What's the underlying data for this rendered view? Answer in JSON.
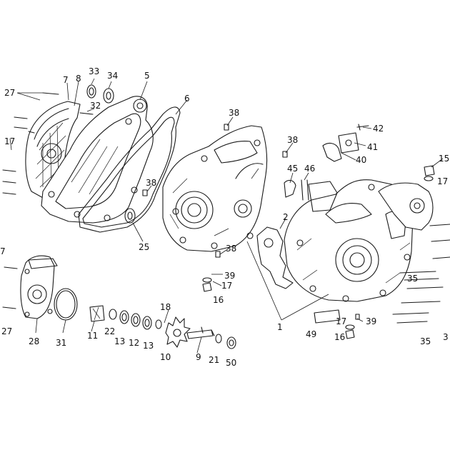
{
  "diagram": {
    "callouts": [
      {
        "id": "c27a",
        "text": "27"
      },
      {
        "id": "c7",
        "text": "7"
      },
      {
        "id": "c8",
        "text": "8"
      },
      {
        "id": "c33",
        "text": "33"
      },
      {
        "id": "c34",
        "text": "34"
      },
      {
        "id": "c5",
        "text": "5"
      },
      {
        "id": "c6",
        "text": "6"
      },
      {
        "id": "c32",
        "text": "32"
      },
      {
        "id": "c17a",
        "text": "17"
      },
      {
        "id": "c38a",
        "text": "38"
      },
      {
        "id": "c38b",
        "text": "38"
      },
      {
        "id": "c38c",
        "text": "38"
      },
      {
        "id": "c38d",
        "text": "38"
      },
      {
        "id": "c42",
        "text": "42"
      },
      {
        "id": "c41",
        "text": "41"
      },
      {
        "id": "c40",
        "text": "40"
      },
      {
        "id": "c45",
        "text": "45"
      },
      {
        "id": "c46",
        "text": "46"
      },
      {
        "id": "c15",
        "text": "15"
      },
      {
        "id": "c17b",
        "text": "17"
      },
      {
        "id": "c2",
        "text": "2"
      },
      {
        "id": "c25",
        "text": "25"
      },
      {
        "id": "c39a",
        "text": "39"
      },
      {
        "id": "c17c",
        "text": "17"
      },
      {
        "id": "c16a",
        "text": "16"
      },
      {
        "id": "c35a",
        "text": "35"
      },
      {
        "id": "c3",
        "text": "3"
      },
      {
        "id": "c35b",
        "text": "35"
      },
      {
        "id": "c1",
        "text": "1"
      },
      {
        "id": "c17d",
        "text": "17"
      },
      {
        "id": "c39b",
        "text": "39"
      },
      {
        "id": "c49",
        "text": "49"
      },
      {
        "id": "c16b",
        "text": "16"
      },
      {
        "id": "c7b",
        "text": "7"
      },
      {
        "id": "c27b",
        "text": "27"
      },
      {
        "id": "c28",
        "text": "28"
      },
      {
        "id": "c31",
        "text": "31"
      },
      {
        "id": "c11",
        "text": "11"
      },
      {
        "id": "c22",
        "text": "22"
      },
      {
        "id": "c13a",
        "text": "13"
      },
      {
        "id": "c12",
        "text": "12"
      },
      {
        "id": "c13b",
        "text": "13"
      },
      {
        "id": "c18",
        "text": "18"
      },
      {
        "id": "c10",
        "text": "10"
      },
      {
        "id": "c9",
        "text": "9"
      },
      {
        "id": "c21",
        "text": "21"
      },
      {
        "id": "c50",
        "text": "50"
      }
    ]
  }
}
